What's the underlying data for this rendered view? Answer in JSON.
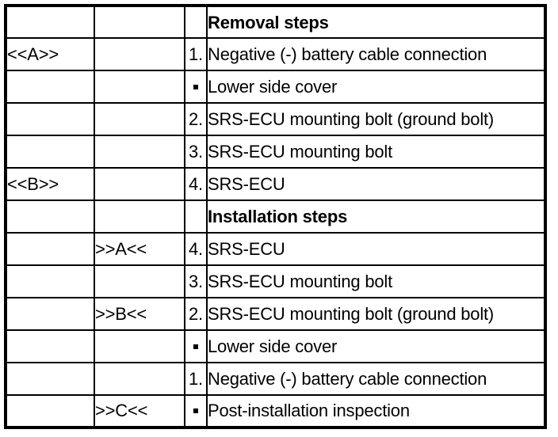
{
  "table": {
    "columns": [
      "removal-marker",
      "installation-marker",
      "step-number",
      "description"
    ],
    "rows": [
      {
        "mark_a": "",
        "mark_b": "",
        "num": "",
        "num_type": "none",
        "desc": "Removal steps",
        "header": true
      },
      {
        "mark_a": "<<A>>",
        "mark_b": "",
        "num": "1.",
        "num_type": "number",
        "desc": "Negative (-) battery cable connection",
        "header": false
      },
      {
        "mark_a": "",
        "mark_b": "",
        "num": "·",
        "num_type": "bullet",
        "desc": "Lower side cover",
        "header": false
      },
      {
        "mark_a": "",
        "mark_b": "",
        "num": "2.",
        "num_type": "number",
        "desc": "SRS-ECU mounting bolt (ground bolt)",
        "header": false
      },
      {
        "mark_a": "",
        "mark_b": "",
        "num": "3.",
        "num_type": "number",
        "desc": "SRS-ECU mounting bolt",
        "header": false
      },
      {
        "mark_a": "<<B>>",
        "mark_b": "",
        "num": "4.",
        "num_type": "number",
        "desc": "SRS-ECU",
        "header": false
      },
      {
        "mark_a": "",
        "mark_b": "",
        "num": "",
        "num_type": "none",
        "desc": "Installation steps",
        "header": true
      },
      {
        "mark_a": "",
        "mark_b": ">>A<<",
        "num": "4.",
        "num_type": "number",
        "desc": "SRS-ECU",
        "header": false
      },
      {
        "mark_a": "",
        "mark_b": "",
        "num": "3.",
        "num_type": "number",
        "desc": "SRS-ECU mounting bolt",
        "header": false
      },
      {
        "mark_a": "",
        "mark_b": ">>B<<",
        "num": "2.",
        "num_type": "number",
        "desc": "SRS-ECU mounting bolt (ground bolt)",
        "header": false
      },
      {
        "mark_a": "",
        "mark_b": "",
        "num": "·",
        "num_type": "bullet",
        "desc": "Lower side cover",
        "header": false
      },
      {
        "mark_a": "",
        "mark_b": "",
        "num": "1.",
        "num_type": "number",
        "desc": "Negative (-) battery cable connection",
        "header": false
      },
      {
        "mark_a": "",
        "mark_b": ">>C<<",
        "num": "·",
        "num_type": "bullet",
        "desc": "Post-installation inspection",
        "header": false
      }
    ]
  },
  "colors": {
    "background": "#ffffff",
    "ink": "#000000",
    "grid": "#000000"
  }
}
